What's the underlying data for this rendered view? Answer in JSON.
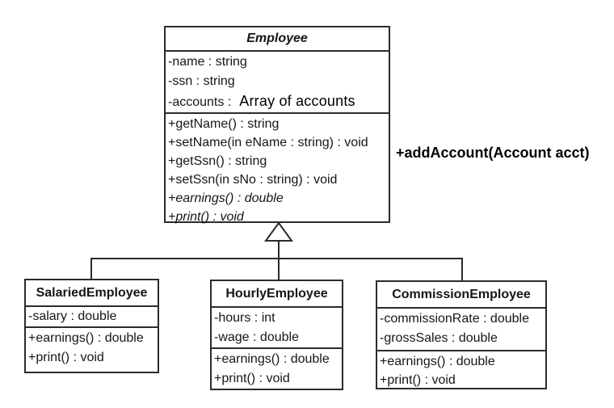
{
  "colors": {
    "line": "#2b2b2b",
    "text": "#161616",
    "annotation": "#000000",
    "background": "#ffffff"
  },
  "classes": {
    "employee": {
      "name": "Employee",
      "attributes": [
        "-name : string",
        "-ssn : string",
        "-accounts :"
      ],
      "methods": [
        "+getName() : string",
        "+setName(in eName : string) : void",
        "+getSsn() : string",
        "+setSsn(in sNo : string) : void",
        "+earnings() : double",
        "+print() : void"
      ]
    },
    "salaried": {
      "name": "SalariedEmployee",
      "attributes": [
        "-salary : double"
      ],
      "methods": [
        "+earnings() : double",
        "+print() : void"
      ]
    },
    "hourly": {
      "name": "HourlyEmployee",
      "attributes": [
        "-hours : int",
        "-wage : double"
      ],
      "methods": [
        "+earnings() : double",
        "+print() : void"
      ]
    },
    "commission": {
      "name": "CommissionEmployee",
      "attributes": [
        "-commissionRate : double",
        "-grossSales : double"
      ],
      "methods": [
        "+earnings() : double",
        "+print() : void"
      ]
    }
  },
  "notes": {
    "accounts": "Array of accounts",
    "add_account": "+addAccount(Account acct)"
  }
}
